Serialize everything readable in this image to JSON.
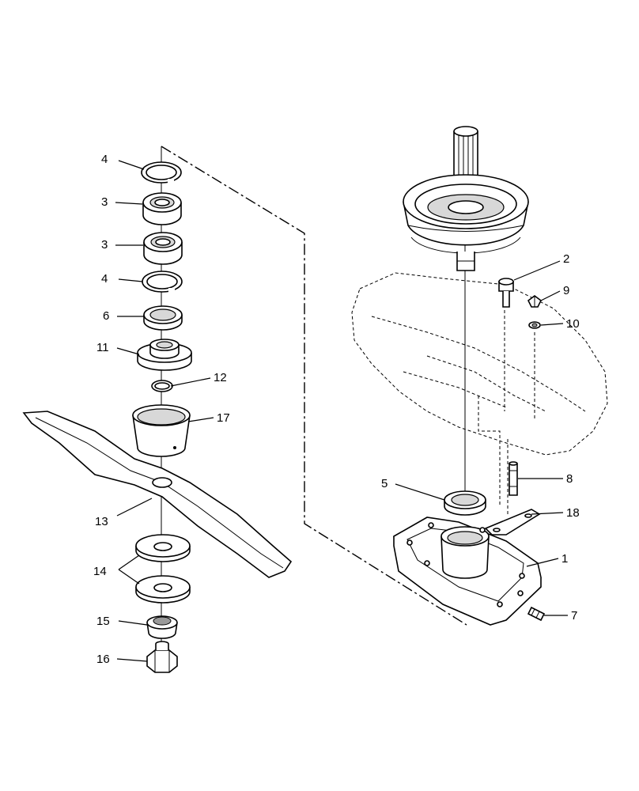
{
  "callouts": {
    "c1": "1",
    "c2": "2",
    "c3a": "3",
    "c3b": "3",
    "c4a": "4",
    "c4b": "4",
    "c5": "5",
    "c6": "6",
    "c7": "7",
    "c8": "8",
    "c9": "9",
    "c10": "10",
    "c11": "11",
    "c12": "12",
    "c13": "13",
    "c14": "14",
    "c15": "15",
    "c16": "16",
    "c17": "17",
    "c18": "18"
  },
  "colors": {
    "line": "#000000",
    "background": "#ffffff",
    "shading": "#d8d8d8"
  }
}
